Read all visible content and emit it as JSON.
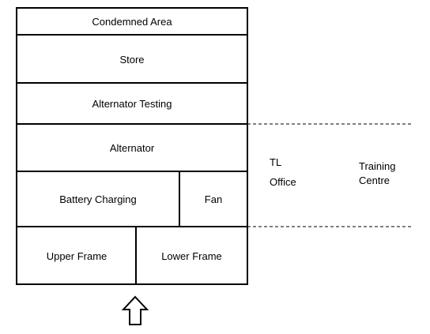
{
  "rooms": {
    "condemned_area": "Condemned Area",
    "store": "Store",
    "alternator_testing": "Alternator Testing",
    "alternator": "Alternator",
    "battery_charging": "Battery Charging",
    "fan": "Fan",
    "upper_frame": "Upper Frame",
    "lower_frame": "Lower Frame"
  },
  "outside": {
    "tl_office_line1": "TL",
    "tl_office_line2": "Office",
    "training_centre_line1": "Training",
    "training_centre_line2": "Centre"
  },
  "colors": {
    "line": "#000000",
    "background": "#ffffff"
  },
  "icons": {
    "entrance": "up-arrow-outline-icon"
  }
}
